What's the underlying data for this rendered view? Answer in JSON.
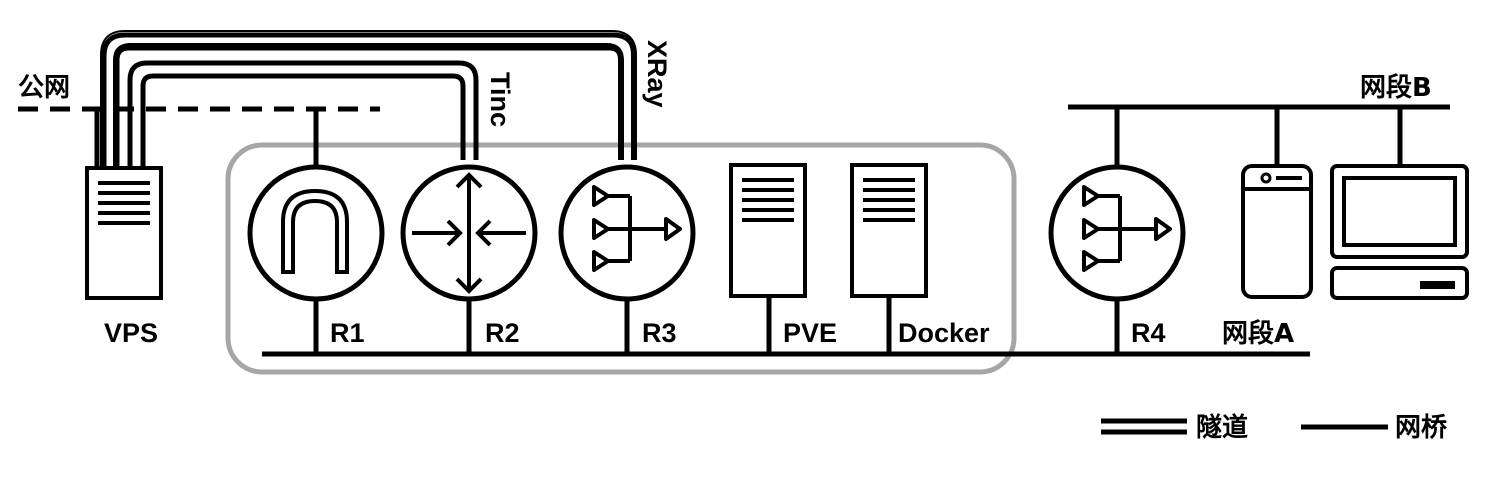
{
  "diagram": {
    "nodes": {
      "vps": "VPS",
      "r1": "R1",
      "r2": "R2",
      "r3": "R3",
      "pve": "PVE",
      "docker": "Docker",
      "r4": "R4"
    },
    "networks": {
      "public": "公网",
      "segment_a": "网段A",
      "segment_b": "网段B"
    },
    "tunnels": {
      "tinc": "Tinc",
      "xray": "XRay"
    },
    "legend": {
      "tunnel": "隧道",
      "bridge": "网桥"
    }
  },
  "colors": {
    "stroke": "#000000",
    "group_outline": "#a6a6a6",
    "background": "#ffffff"
  }
}
